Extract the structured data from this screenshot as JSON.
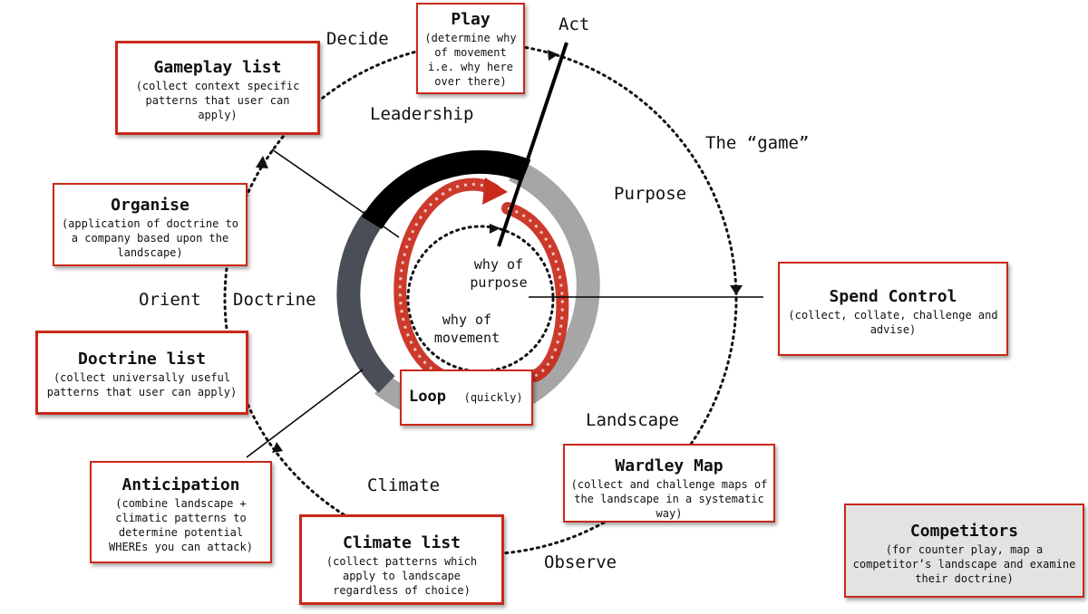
{
  "cycle": {
    "decide": "Decide",
    "act": "Act",
    "orient": "Orient",
    "observe": "Observe"
  },
  "center": {
    "why_of_purpose": "why of purpose",
    "why_of_movement": "why of movement"
  },
  "labels": {
    "leadership": "Leadership",
    "purpose": "Purpose",
    "doctrine": "Doctrine",
    "landscape": "Landscape",
    "climate": "Climate",
    "the_game": "The “game”"
  },
  "boxes": {
    "play": {
      "title": "Play",
      "desc": "(determine why of movement i.e. why here over there)"
    },
    "gameplay_list": {
      "title": "Gameplay list",
      "desc": "(collect context specific patterns that user can apply)"
    },
    "organise": {
      "title": "Organise",
      "desc": "(application of doctrine to a company based upon the landscape)"
    },
    "doctrine_list": {
      "title": "Doctrine list",
      "desc": "(collect universally useful patterns that user can apply)"
    },
    "anticipation": {
      "title": "Anticipation",
      "desc": "(combine landscape + climatic patterns to determine potential WHEREs you can attack)"
    },
    "climate_list": {
      "title": "Climate list",
      "desc": "(collect patterns which apply to landscape regardless of choice)"
    },
    "wardley_map": {
      "title": "Wardley Map",
      "desc": "(collect and challenge maps of the landscape in a systematic way)"
    },
    "spend_control": {
      "title": "Spend Control",
      "desc": "(collect, collate, challenge and advise)"
    },
    "loop": {
      "title": "Loop",
      "desc": "(quickly)"
    },
    "competitors": {
      "title": "Competitors",
      "desc": "(for counter play, map a competitor’s landscape and examine their doctrine)"
    }
  },
  "colors": {
    "accent_red": "#c8291a",
    "ring_black": "#000000",
    "ring_grey": "#a6a6a6",
    "ring_dark": "#4a4f57",
    "competitors_fill": "#e3e3e3"
  }
}
